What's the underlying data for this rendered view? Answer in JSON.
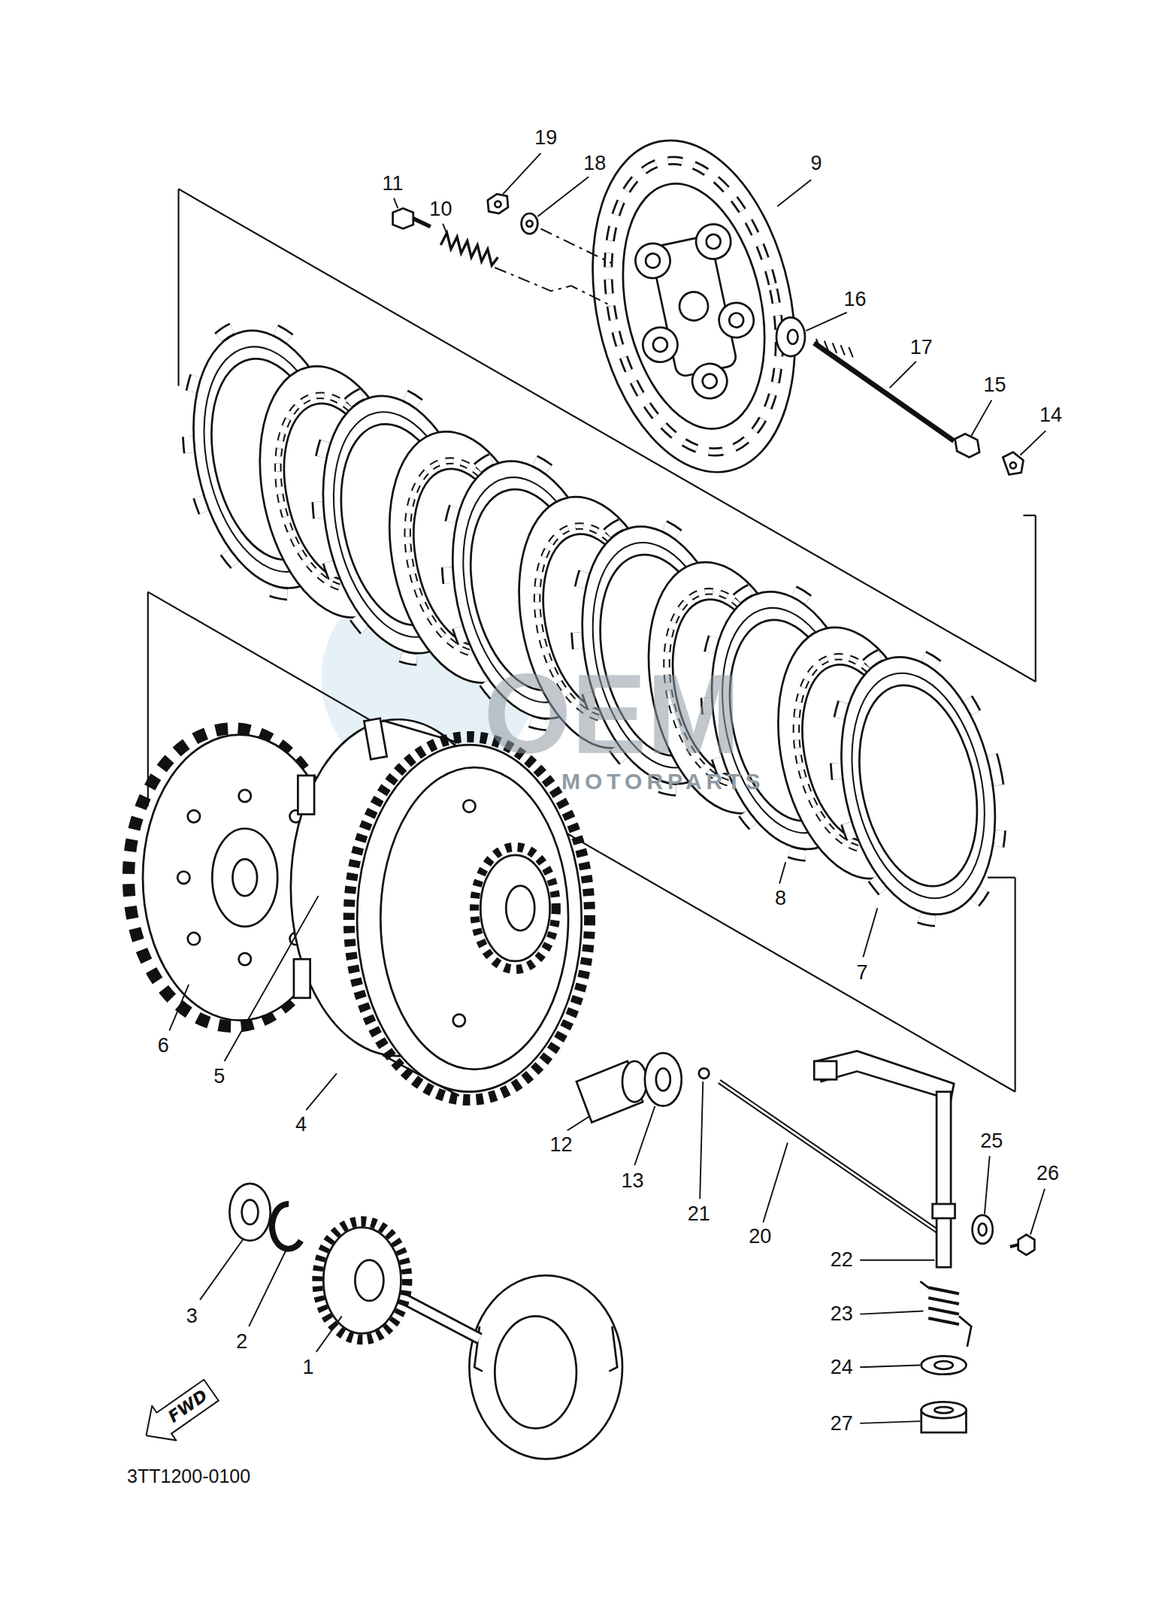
{
  "diagram": {
    "nodes": [
      {
        "text": [
          "FWD"
        ]
      }
    ],
    "labels": [
      "19",
      "18",
      "9",
      "11",
      "10",
      "16",
      "17",
      "15",
      "14",
      "8",
      "7",
      "6",
      "5",
      "4",
      "12",
      "13",
      "21",
      "20",
      "25",
      "26",
      "22",
      "23",
      "24",
      "27",
      "3",
      "2",
      "1",
      "3TT1200-0100",
      "OEM",
      "MOTORPARTS"
    ]
  }
}
